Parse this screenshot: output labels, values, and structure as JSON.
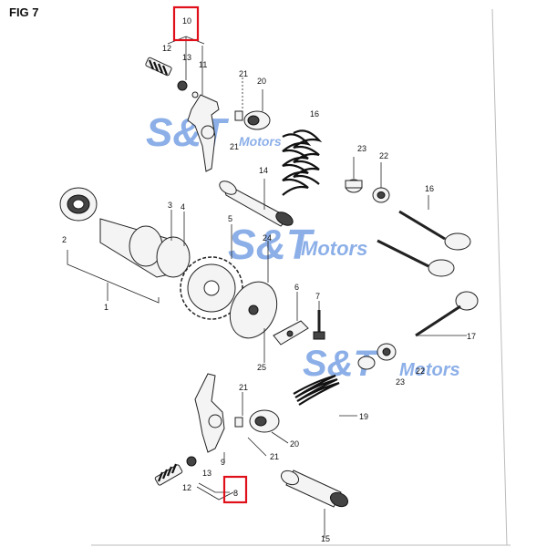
{
  "figure_title": "FIG 7",
  "watermark": {
    "brand": "S&T",
    "suffix": "Motors",
    "color": "#2f6fd6"
  },
  "highlight_color": "#e0101a",
  "callouts": {
    "p10": "10",
    "p12a": "12",
    "p13a": "13",
    "p11": "11",
    "p21a": "21",
    "p20a": "20",
    "p21b": "21",
    "p16a": "16",
    "p23a": "23",
    "p22a": "22",
    "p14": "14",
    "p16b": "16",
    "p3": "3",
    "p4": "4",
    "p5": "5",
    "p24": "24",
    "p2": "2",
    "p1": "1",
    "p6": "6",
    "p7": "7",
    "p25": "25",
    "p17": "17",
    "p22b": "22",
    "p23b": "23",
    "p21c": "21",
    "p19": "19",
    "p20b": "20",
    "p21d": "21",
    "p9": "9",
    "p13b": "13",
    "p12b": "12",
    "p8": "8",
    "p15": "15"
  }
}
